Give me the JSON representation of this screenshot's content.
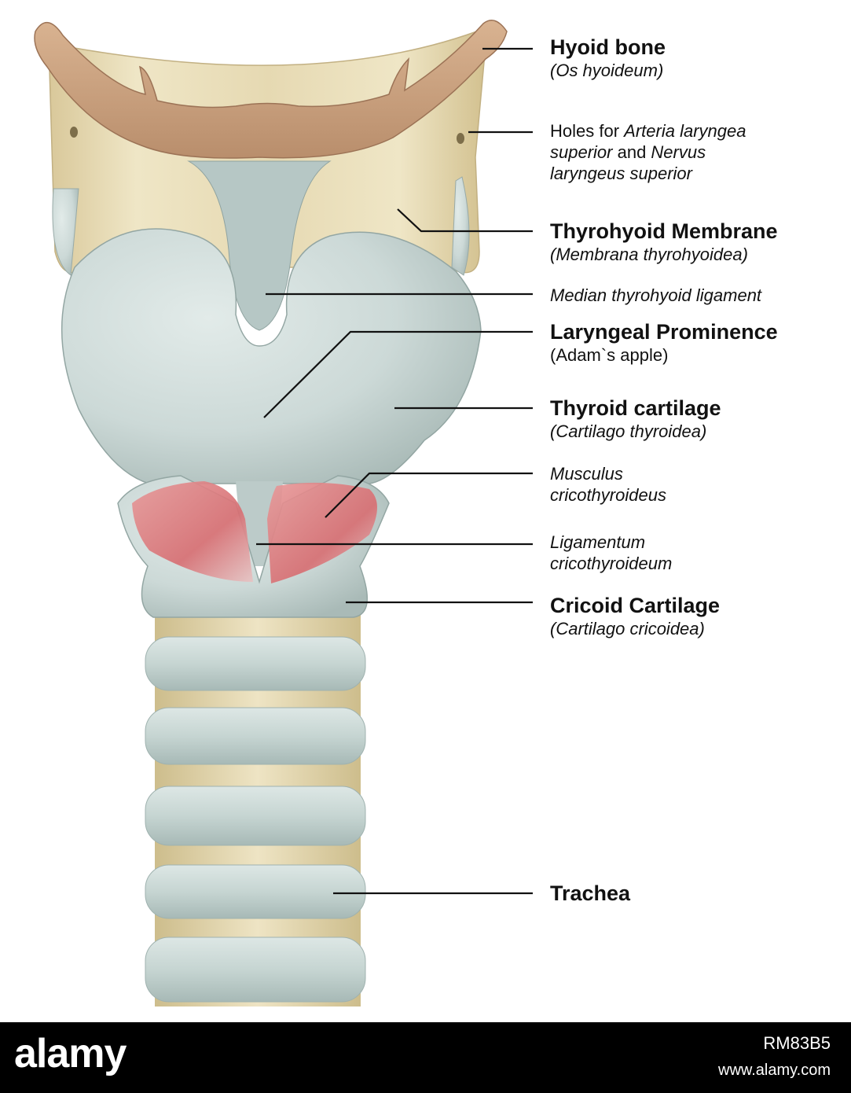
{
  "labels": {
    "hyoid": {
      "title": "Hyoid bone",
      "subtitle": "(Os hyoideum)"
    },
    "holes": {
      "line1_a": "Holes for ",
      "line1_b": "Arteria laryngea",
      "line2_a": "superior",
      "line2_b": " and ",
      "line2_c": "Nervus",
      "line3": "laryngeus superior"
    },
    "thyrohyoid_membrane": {
      "title": "Thyrohyoid Membrane",
      "subtitle": "(Membrana thyrohyoidea)"
    },
    "median_ligament": {
      "text": "Median thyrohyoid ligament"
    },
    "laryngeal_prominence": {
      "title": "Laryngeal Prominence",
      "subtitle": "(Adam`s apple)"
    },
    "thyroid_cartilage": {
      "title": "Thyroid cartilage",
      "subtitle": "(Cartilago thyroidea)"
    },
    "musculus": {
      "line1": "Musculus",
      "line2": "cricothyroideus"
    },
    "ligamentum": {
      "line1": "Ligamentum",
      "line2": "cricothyroideum"
    },
    "cricoid": {
      "title": "Cricoid Cartilage",
      "subtitle": "(Cartilago cricoidea)"
    },
    "trachea": {
      "title": "Trachea"
    }
  },
  "footer": {
    "logo": "alamy",
    "image_id": "RM83B5",
    "url": "www.alamy.com"
  },
  "colors": {
    "bone": "#c9a07e",
    "membrane": "#e8dcb4",
    "cartilage": "#c9d6d4",
    "muscle": "#d9777a",
    "leader_line": "#111111"
  }
}
